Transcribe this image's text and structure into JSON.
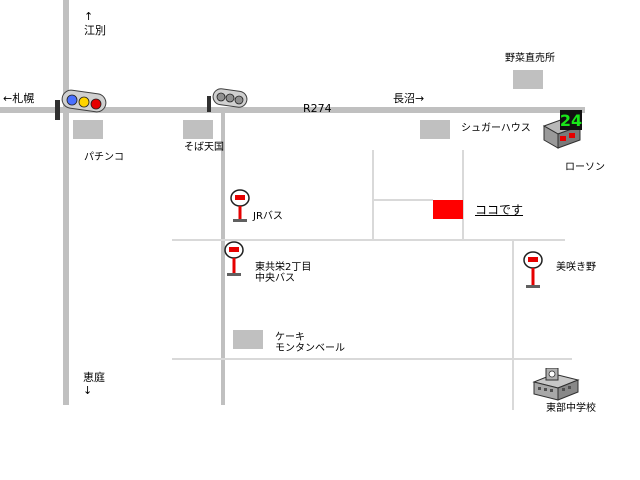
{
  "colors": {
    "main_road": "#c0c0c0",
    "minor_road": "#d9d9d9",
    "building": "#c0c0c0",
    "target": "#ff0000"
  },
  "map": {
    "road_name": "R274",
    "directions": {
      "north_arrow": "↑",
      "north": "江別",
      "west": "←札幌",
      "east": "長沼→",
      "south": "恵庭",
      "south_arrow": "↓"
    },
    "destination": "ココです",
    "landmarks": {
      "pachinko": "パチンコ",
      "soba": "そば天国",
      "vegetable_stand": "野菜直売所",
      "sugar_house": "シュガーハウス",
      "lawson": "ローソン",
      "lawson_sign": "24",
      "cake_shop": "ケーキ\nモンタンベール",
      "school": "東部中学校"
    },
    "bus_stops": {
      "jr_bus": "JRバス",
      "higashi_kyoei": "東共栄2丁目\n中央バス",
      "misakino": "美咲き野"
    },
    "icons": [
      "traffic-light-icon",
      "bus-stop-icon",
      "convenience-store-icon",
      "school-icon"
    ]
  }
}
